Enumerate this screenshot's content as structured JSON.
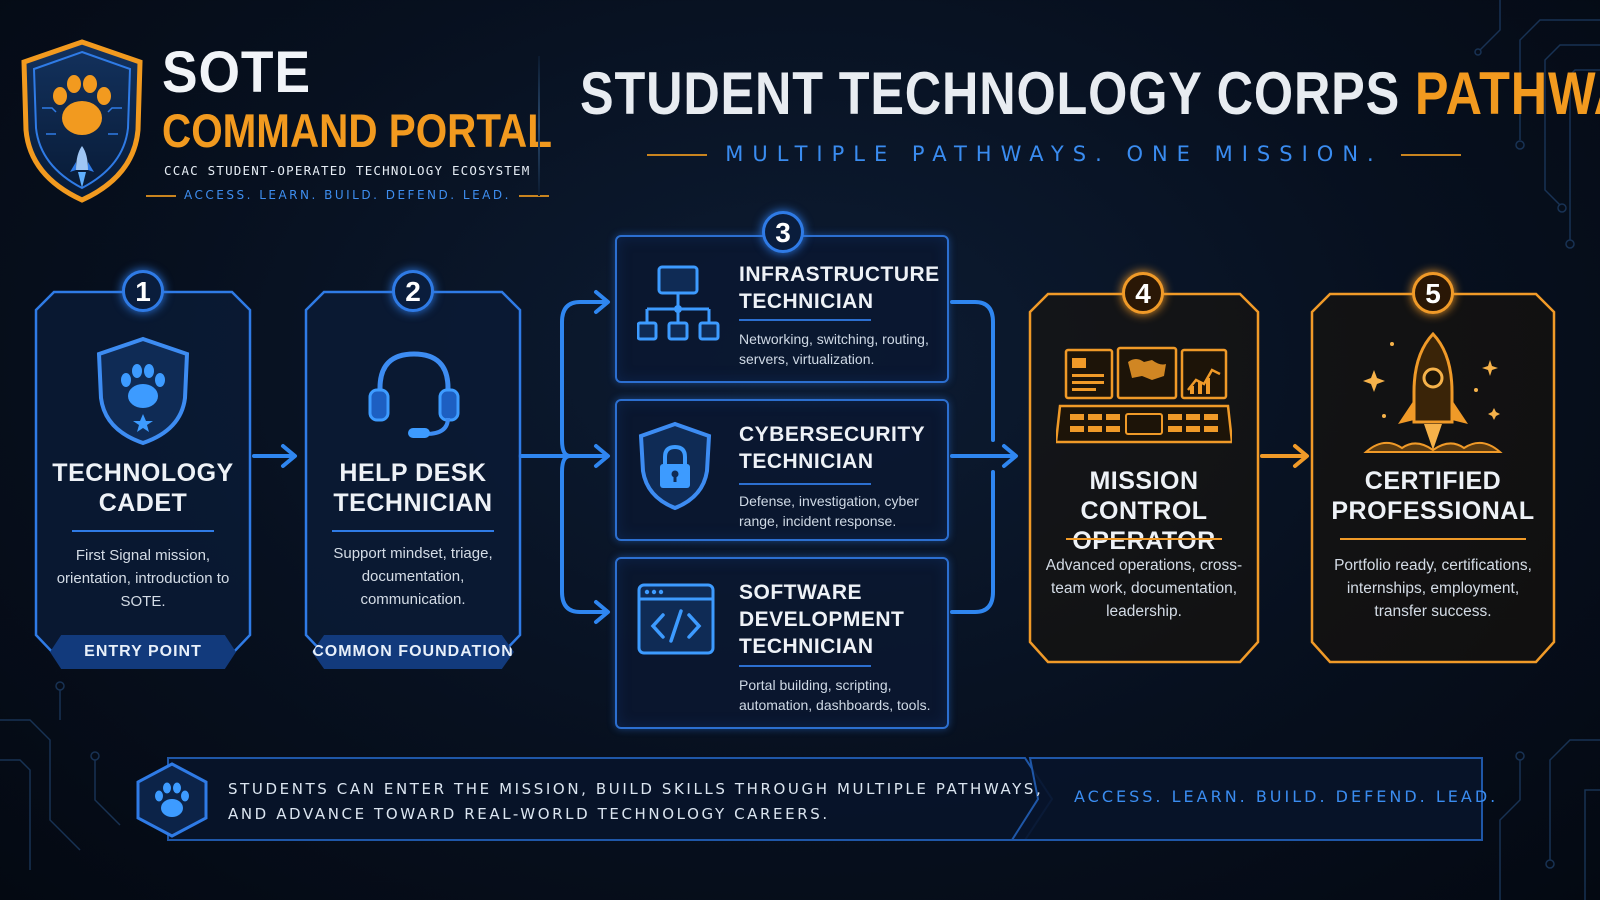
{
  "brand": {
    "name": "SOTE",
    "subtitle": "COMMAND PORTAL",
    "ecosystem": "CCAC STUDENT-OPERATED TECHNOLOGY ECOSYSTEM",
    "motto": "ACCESS. LEARN. BUILD. DEFEND. LEAD.",
    "logo_icon": "paw-shield-rocket-icon"
  },
  "header": {
    "title_main": "STUDENT TECHNOLOGY CORPS ",
    "title_accent": "PATHWAY",
    "tagline": "MULTIPLE PATHWAYS. ONE MISSION."
  },
  "stages": [
    {
      "number": "1",
      "title": "TECHNOLOGY CADET",
      "description": "First Signal mission, orientation, introduction to SOTE.",
      "tag": "ENTRY POINT",
      "icon": "paw-shield-icon"
    },
    {
      "number": "2",
      "title": "HELP DESK TECHNICIAN",
      "description": "Support mindset, triage, documentation, communication.",
      "tag": "COMMON FOUNDATION",
      "icon": "headset-icon"
    },
    {
      "number": "4",
      "title": "MISSION CONTROL OPERATOR",
      "description": "Advanced operations, cross-team work, documentation, leadership.",
      "icon": "control-console-icon"
    },
    {
      "number": "5",
      "title": "CERTIFIED PROFESSIONAL",
      "description": "Portfolio ready, certifications, internships, employment, transfer success.",
      "icon": "rocket-icon"
    }
  ],
  "tracks": {
    "number": "3",
    "items": [
      {
        "title": "INFRASTRUCTURE TECHNICIAN",
        "description": "Networking, switching, routing, servers, virtualization.",
        "icon": "network-topology-icon"
      },
      {
        "title": "CYBERSECURITY TECHNICIAN",
        "description": "Defense, investigation, cyber range, incident response.",
        "icon": "lock-shield-icon"
      },
      {
        "title": "SOFTWARE DEVELOPMENT TECHNICIAN",
        "description": "Portal building, scripting, automation, dashboards, tools.",
        "icon": "code-window-icon"
      }
    ]
  },
  "banner": {
    "text_line1": "STUDENTS CAN ENTER THE MISSION, BUILD SKILLS THROUGH MULTIPLE PATHWAYS,",
    "text_line2": "AND ADVANCE TOWARD REAL-WORLD TECHNOLOGY CAREERS.",
    "motto": "ACCESS. LEARN. BUILD. DEFEND. LEAD.",
    "icon": "paw-hexagon-icon"
  },
  "colors": {
    "blue": "#2f7be6",
    "orange": "#f09a28",
    "background": "#07101f",
    "text": "#eef2f7"
  }
}
